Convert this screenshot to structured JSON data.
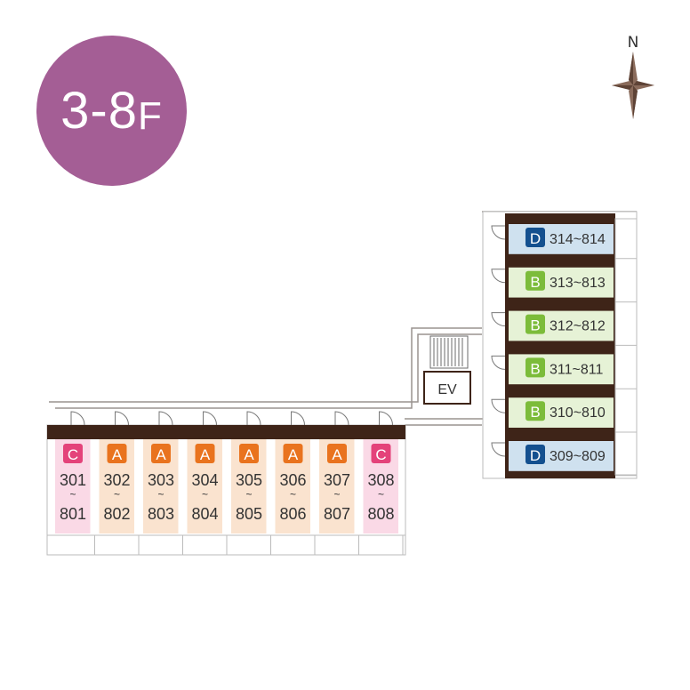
{
  "floor": {
    "label_main": "3-8",
    "label_suffix": "F"
  },
  "compass": {
    "north_label": "N"
  },
  "elevator": {
    "label": "EV"
  },
  "colors": {
    "badge": "#a45e95",
    "type_A": "#e9731e",
    "type_B": "#7cbc3a",
    "type_C": "#e4427a",
    "type_D": "#14508f",
    "room_A": "#fae3cf",
    "room_B": "#e6f2d6",
    "room_C": "#fad9e6",
    "room_D": "#cfe1ef",
    "wall": "#3e2418"
  },
  "south_rooms": [
    {
      "type": "C",
      "top": "301",
      "tilde": "~",
      "bottom": "801"
    },
    {
      "type": "A",
      "top": "302",
      "tilde": "~",
      "bottom": "802"
    },
    {
      "type": "A",
      "top": "303",
      "tilde": "~",
      "bottom": "803"
    },
    {
      "type": "A",
      "top": "304",
      "tilde": "~",
      "bottom": "804"
    },
    {
      "type": "A",
      "top": "305",
      "tilde": "~",
      "bottom": "805"
    },
    {
      "type": "A",
      "top": "306",
      "tilde": "~",
      "bottom": "806"
    },
    {
      "type": "A",
      "top": "307",
      "tilde": "~",
      "bottom": "807"
    },
    {
      "type": "C",
      "top": "308",
      "tilde": "~",
      "bottom": "808"
    }
  ],
  "east_rooms": [
    {
      "type": "D",
      "label": "314~814"
    },
    {
      "type": "B",
      "label": "313~813"
    },
    {
      "type": "B",
      "label": "312~812"
    },
    {
      "type": "B",
      "label": "311~811"
    },
    {
      "type": "B",
      "label": "310~810"
    },
    {
      "type": "D",
      "label": "309~809"
    }
  ]
}
